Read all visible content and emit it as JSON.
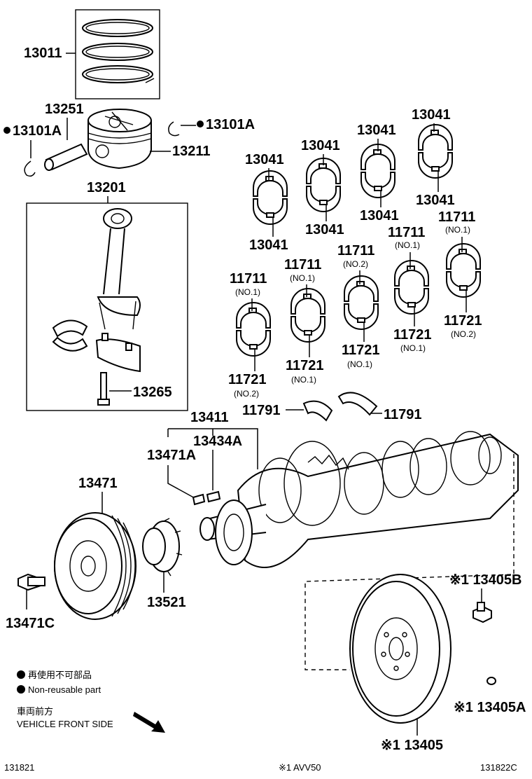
{
  "parts": {
    "piston_ring_set": "13011",
    "piston_pin": "13251",
    "snap_ring_left": "13101A",
    "snap_ring_right": "13101A",
    "piston": "13211",
    "connecting_rod_assy": "13201",
    "rod_bolt": "13265",
    "rod_bearing_1_upper": "13041",
    "rod_bearing_1_lower": "13041",
    "rod_bearing_2_upper": "13041",
    "rod_bearing_2_lower": "13041",
    "rod_bearing_3_upper": "13041",
    "rod_bearing_3_lower": "13041",
    "rod_bearing_4_upper": "13041",
    "rod_bearing_4_lower": "13041",
    "main_bearing_1_upper": "11711",
    "main_bearing_1_upper_note": "(NO.1)",
    "main_bearing_1_lower": "11721",
    "main_bearing_1_lower_note": "(NO.2)",
    "main_bearing_2_upper": "11711",
    "main_bearing_2_upper_note": "(NO.1)",
    "main_bearing_2_lower": "11721",
    "main_bearing_2_lower_note": "(NO.1)",
    "main_bearing_3_upper": "11711",
    "main_bearing_3_upper_note": "(NO.2)",
    "main_bearing_3_lower": "11721",
    "main_bearing_3_lower_note": "(NO.1)",
    "main_bearing_4_upper": "11711",
    "main_bearing_4_upper_note": "(NO.1)",
    "main_bearing_4_lower": "11721",
    "main_bearing_4_lower_note": "(NO.1)",
    "main_bearing_5_upper": "11711",
    "main_bearing_5_upper_note": "(NO.1)",
    "main_bearing_5_lower": "11721",
    "main_bearing_5_lower_note": "(NO.2)",
    "thrust_washer_left": "11791",
    "thrust_washer_right": "11791",
    "crankshaft": "13411",
    "crank_key": "13434A",
    "pulley_key": "13471A",
    "crank_pulley": "13471",
    "pulley_bolt": "13471C",
    "timing_sprocket": "13521",
    "flywheel_bolt": "※1 13405B",
    "flywheel_pin": "※1 13405A",
    "flywheel": "※1 13405"
  },
  "legend": {
    "non_reusable_jp": "再使用不可部品",
    "non_reusable_en": "Non-reusable part",
    "front_jp": "車両前方",
    "front_en": "VEHICLE FRONT SIDE"
  },
  "footer": {
    "left_code": "131821",
    "center_note": "※1 AVV50",
    "right_code": "131822C"
  }
}
